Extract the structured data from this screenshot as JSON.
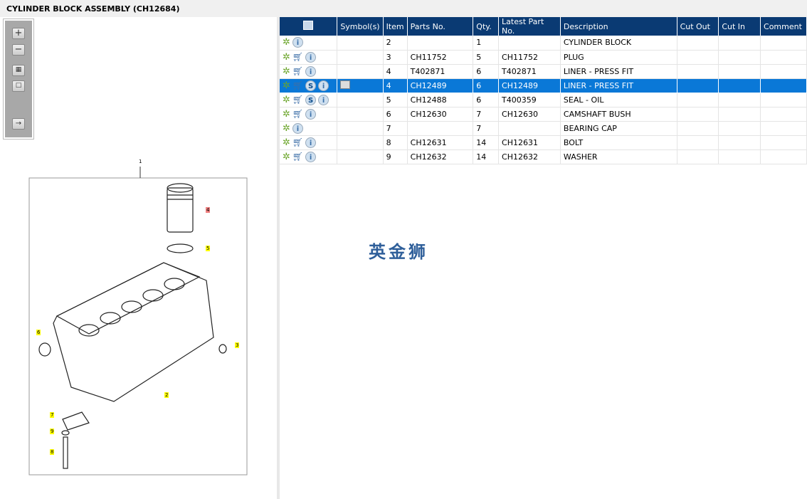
{
  "title": "CYLINDER BLOCK ASSEMBLY (CH12684)",
  "toolbar": {
    "icons": [
      "zoom-in-icon",
      "zoom-out-icon",
      "fit-all-icon",
      "fit-page-icon",
      "export-icon"
    ]
  },
  "diagram": {
    "callouts": [
      "1",
      "4",
      "5",
      "6",
      "3",
      "2",
      "7",
      "9",
      "8"
    ]
  },
  "watermark": "英金狮",
  "table": {
    "headers": [
      "",
      "Symbol(s)",
      "Item",
      "Parts No.",
      "Qty.",
      "Latest Part No.",
      "Description",
      "Cut Out",
      "Cut In",
      "Comment"
    ],
    "rows": [
      {
        "cart": false,
        "s": false,
        "sym": false,
        "item": "2",
        "part": "",
        "qty": "1",
        "latest": "",
        "desc": "CYLINDER BLOCK"
      },
      {
        "cart": true,
        "s": false,
        "sym": false,
        "item": "3",
        "part": "CH11752",
        "qty": "5",
        "latest": "CH11752",
        "desc": "PLUG"
      },
      {
        "cart": true,
        "s": false,
        "sym": false,
        "item": "4",
        "part": "T402871",
        "qty": "6",
        "latest": "T402871",
        "desc": "LINER - PRESS FIT"
      },
      {
        "cart": true,
        "s": true,
        "sym": true,
        "item": "4",
        "part": "CH12489",
        "qty": "6",
        "latest": "CH12489",
        "desc": "LINER - PRESS FIT",
        "selected": true
      },
      {
        "cart": true,
        "s": true,
        "sym": false,
        "item": "5",
        "part": "CH12488",
        "qty": "6",
        "latest": "T400359",
        "desc": "SEAL - OIL"
      },
      {
        "cart": true,
        "s": false,
        "sym": false,
        "item": "6",
        "part": "CH12630",
        "qty": "7",
        "latest": "CH12630",
        "desc": "CAMSHAFT BUSH"
      },
      {
        "cart": false,
        "s": false,
        "sym": false,
        "item": "7",
        "part": "",
        "qty": "7",
        "latest": "",
        "desc": "BEARING CAP"
      },
      {
        "cart": true,
        "s": false,
        "sym": false,
        "item": "8",
        "part": "CH12631",
        "qty": "14",
        "latest": "CH12631",
        "desc": "BOLT"
      },
      {
        "cart": true,
        "s": false,
        "sym": false,
        "item": "9",
        "part": "CH12632",
        "qty": "14",
        "latest": "CH12632",
        "desc": "WASHER"
      }
    ]
  }
}
